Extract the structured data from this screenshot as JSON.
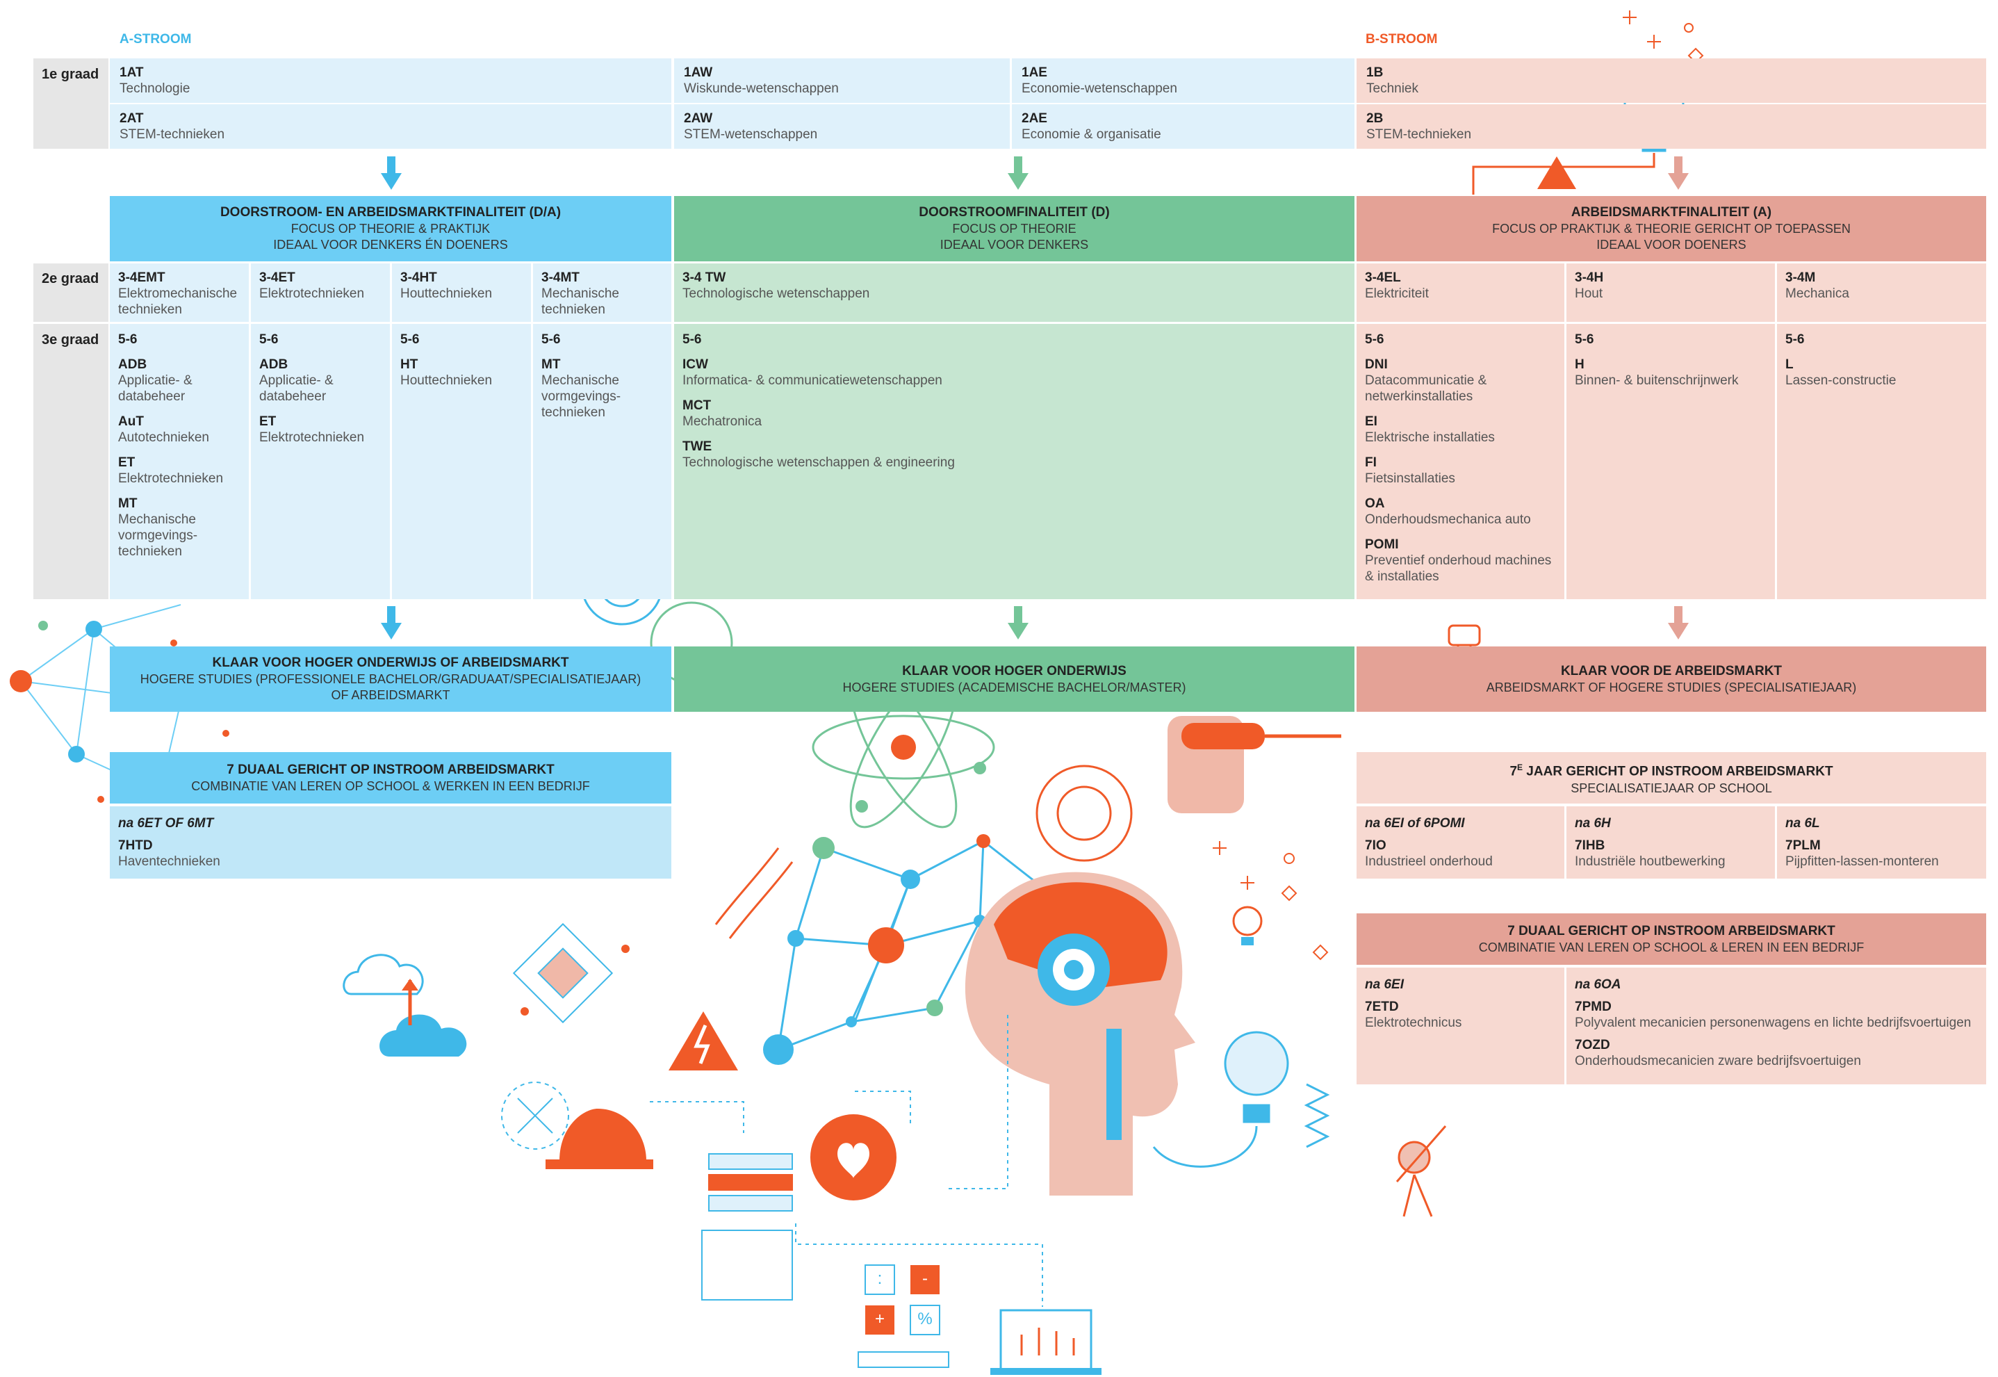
{
  "streams": {
    "a_label": "A-STROOM",
    "b_label": "B-STROOM"
  },
  "colors": {
    "blue_light": "#dff1fb",
    "blue": "#6dcef5",
    "blue_mid": "#c0e7f8",
    "green_light": "#c6e6d1",
    "green": "#74c598",
    "salmon_light": "#f7d9d1",
    "salmon": "#e4a296",
    "grey": "#e6e6e6",
    "orange": "#f05a28",
    "cyan": "#3fb8e8"
  },
  "grade_labels": {
    "g1": "1e graad",
    "g2": "2e graad",
    "g3": "3e graad"
  },
  "first_grade": {
    "at1": {
      "code": "1AT",
      "name": "Technologie"
    },
    "at2": {
      "code": "2AT",
      "name": "STEM-technieken"
    },
    "aw1": {
      "code": "1AW",
      "name": "Wiskunde-wetenschappen"
    },
    "aw2": {
      "code": "2AW",
      "name": "STEM-wetenschappen"
    },
    "ae1": {
      "code": "1AE",
      "name": "Economie-wetenschappen"
    },
    "ae2": {
      "code": "2AE",
      "name": "Economie & organisatie"
    },
    "b1": {
      "code": "1B",
      "name": "Techniek"
    },
    "b2": {
      "code": "2B",
      "name": "STEM-technieken"
    }
  },
  "finality": {
    "da": {
      "title": "DOORSTROOM- EN ARBEIDSMARKTFINALITEIT (D/A)",
      "line1": "FOCUS OP THEORIE & PRAKTIJK",
      "line2": "IDEAAL VOOR DENKERS ÉN DOENERS"
    },
    "d": {
      "title": "DOORSTROOMFINALITEIT (D)",
      "line1": "FOCUS OP THEORIE",
      "line2": "IDEAAL VOOR DENKERS"
    },
    "a": {
      "title": "ARBEIDSMARKTFINALITEIT (A)",
      "line1": "FOCUS OP PRAKTIJK & THEORIE GERICHT OP TOEPASSEN",
      "line2": "IDEAAL VOOR DOENERS"
    }
  },
  "second_grade": {
    "emt": {
      "code": "3-4EMT",
      "name": "Elektromechanische technieken"
    },
    "et": {
      "code": "3-4ET",
      "name": "Elektrotechnieken"
    },
    "ht": {
      "code": "3-4HT",
      "name": "Houttechnieken"
    },
    "mt": {
      "code": "3-4MT",
      "name": "Mechanische technieken"
    },
    "tw": {
      "code": "3-4 TW",
      "name": "Technologische wetenschappen"
    },
    "el": {
      "code": "3-4EL",
      "name": "Elektriciteit"
    },
    "h": {
      "code": "3-4H",
      "name": "Hout"
    },
    "m": {
      "code": "3-4M",
      "name": "Mechanica"
    }
  },
  "third_grade": {
    "prefix": "5-6",
    "col1": [
      {
        "code": "ADB",
        "name": "Applicatie- & databeheer"
      },
      {
        "code": "AuT",
        "name": "Autotechnieken"
      },
      {
        "code": "ET",
        "name": "Elektrotechnieken"
      },
      {
        "code": "MT",
        "name": "Mechanische vormgevings-technieken"
      }
    ],
    "col2": [
      {
        "code": "ADB",
        "name": "Applicatie- & databeheer"
      },
      {
        "code": "ET",
        "name": "Elektrotechnieken"
      }
    ],
    "col3": [
      {
        "code": "HT",
        "name": "Houttechnieken"
      }
    ],
    "col4": [
      {
        "code": "MT",
        "name": "Mechanische vormgevings-technieken"
      }
    ],
    "col5": [
      {
        "code": "ICW",
        "name": "Informatica- & communicatiewetenschappen"
      },
      {
        "code": "MCT",
        "name": "Mechatronica"
      },
      {
        "code": "TWE",
        "name": "Technologische wetenschappen & engineering"
      }
    ],
    "col6": [
      {
        "code": "DNI",
        "name": "Datacommunicatie & netwerkinstallaties"
      },
      {
        "code": "EI",
        "name": "Elektrische installaties"
      },
      {
        "code": "FI",
        "name": "Fietsinstallaties"
      },
      {
        "code": "OA",
        "name": "Onderhoudsmechanica auto"
      },
      {
        "code": "POMI",
        "name": "Preventief onderhoud machines & installaties"
      }
    ],
    "col7": [
      {
        "code": "H",
        "name": "Binnen- & buitenschrijnwerk"
      }
    ],
    "col8": [
      {
        "code": "L",
        "name": "Lassen-constructie"
      }
    ]
  },
  "ready": {
    "a": {
      "title": "KLAAR VOOR HOGER ONDERWIJS OF ARBEIDSMARKT",
      "line1": "HOGERE STUDIES (PROFESSIONELE BACHELOR/GRADUAAT/SPECIALISATIEJAAR)",
      "line2": "OF ARBEIDSMARKT"
    },
    "d": {
      "title": "KLAAR VOOR HOGER ONDERWIJS",
      "line1": "HOGERE STUDIES (ACADEMISCHE BACHELOR/MASTER)"
    },
    "b": {
      "title": "KLAAR VOOR DE ARBEIDSMARKT",
      "line1": "ARBEIDSMARKT OF HOGERE STUDIES (SPECIALISATIEJAAR)"
    }
  },
  "dual_a": {
    "title": "7 DUAAL GERICHT OP INSTROOM ARBEIDSMARKT",
    "line1": "COMBINATIE VAN LEREN OP SCHOOL & WERKEN IN EEN BEDRIJF",
    "after": "na 6ET OF 6MT",
    "code": "7HTD",
    "name": "Haventechnieken"
  },
  "seventh_b": {
    "title_pre": "7",
    "title_sup": "E",
    "title_post": " JAAR GERICHT OP INSTROOM ARBEIDSMARKT",
    "line1": "SPECIALISATIEJAAR OP SCHOOL",
    "cols": [
      {
        "after": "na 6EI of 6POMI",
        "code": "7IO",
        "name": "Industrieel onderhoud"
      },
      {
        "after": "na 6H",
        "code": "7IHB",
        "name": "Industriële houtbewerking"
      },
      {
        "after": "na 6L",
        "code": "7PLM",
        "name": "Pijpfitten-lassen-monteren"
      }
    ]
  },
  "dual_b": {
    "title": "7 DUAAL GERICHT OP INSTROOM ARBEIDSMARKT",
    "line1": "COMBINATIE VAN LEREN OP SCHOOL & LEREN IN EEN BEDRIJF",
    "left": {
      "after": "na 6EI",
      "code": "7ETD",
      "name": "Elektrotechnicus"
    },
    "right": {
      "after": "na 6OA",
      "items": [
        {
          "code": "7PMD",
          "name": "Polyvalent mecanicien personenwagens en lichte bedrijfsvoertuigen"
        },
        {
          "code": "7OZD",
          "name": "Onderhoudsmecanicien zware bedrijfsvoertuigen"
        }
      ]
    }
  },
  "calc": {
    "divide": ":",
    "minus": "-",
    "plus": "+",
    "percent": "%"
  }
}
